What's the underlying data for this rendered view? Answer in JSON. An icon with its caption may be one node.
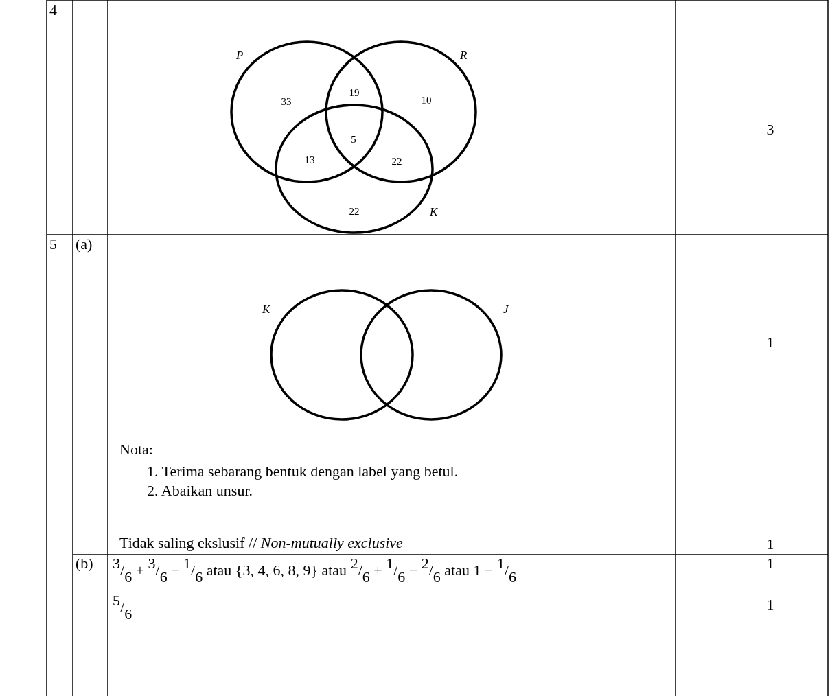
{
  "diagram": {
    "nodes": [
      {
        "text": [
          "P"
        ]
      },
      {
        "text": [
          "R"
        ]
      },
      {
        "text": [
          "K"
        ]
      },
      {
        "text": [
          "K"
        ]
      },
      {
        "text": [
          "J"
        ]
      }
    ],
    "labels": [
      "4",
      "33",
      "19",
      "10",
      "5",
      "13",
      "22",
      "22",
      "3",
      "5",
      "(a)",
      "1",
      "Nota:",
      "1. Terima sebarang bentuk dengan label yang betul.",
      "2. Abaikan unsur.",
      "Tidak saling ekslusif // *Non-mutually exclusive*",
      "1",
      "(b)",
      "$^{3}$/$_{6}$ + $^{3}$/$_{6}$ − $^{1}$/$_{6}$ atau {3, 4, 6, 8, 9} atau $^{2}$/$_{6}$ + $^{1}$/$_{6}$ − $^{2}$/$_{6}$ atau 1 − $^{1}$/$_{6}$",
      "1",
      "$^{5}$/$_{6}$",
      "1"
    ]
  }
}
